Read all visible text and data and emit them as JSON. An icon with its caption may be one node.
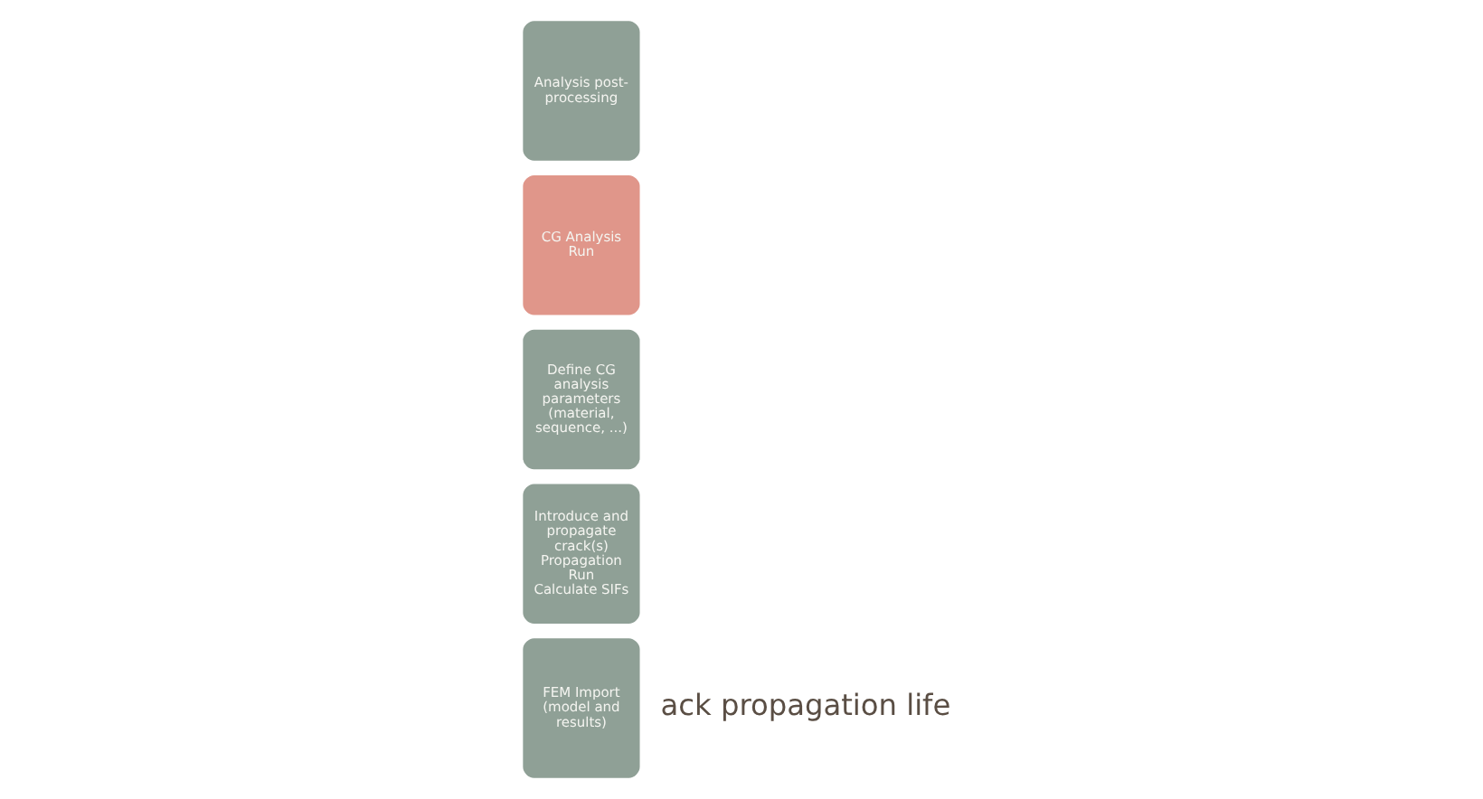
{
  "diagram": {
    "nodes": [
      {
        "text": [
          "FEM Import",
          "(model and results)"
        ]
      },
      {
        "text": [
          "Introduce and propagate crack(s)",
          "Propagation Run",
          "Calculate SIFs"
        ]
      },
      {
        "text": [
          "Define CG analysis parameters (material, sequence, ...)"
        ]
      },
      {
        "text": [
          "CG Analysis Run"
        ]
      },
      {
        "text": [
          "Analysis post-processing"
        ]
      }
    ],
    "labels": [
      "ack propagation life"
    ]
  }
}
